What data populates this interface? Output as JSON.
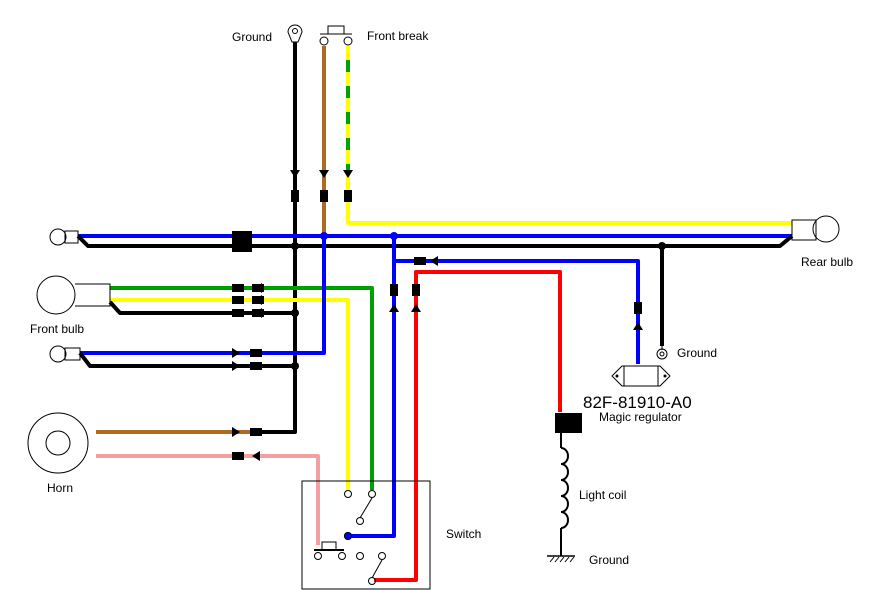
{
  "labels": {
    "ground_top": "Ground",
    "front_break": "Front break",
    "rear_bulb": "Rear bulb",
    "front_bulb": "Front bulb",
    "ground_regulator": "Ground",
    "part_number": "82F-81910-A0",
    "magic_regulator": "Magic regulator",
    "light_coil": "Light coil",
    "horn": "Horn",
    "switch": "Switch",
    "ground_coil": "Ground"
  },
  "wire_colors": {
    "black": "#000000",
    "blue": "#0000ff",
    "yellow": "#ffff00",
    "green": "#00a000",
    "brown": "#b06a20",
    "red": "#ff0000",
    "pink": "#f4a0a0"
  }
}
